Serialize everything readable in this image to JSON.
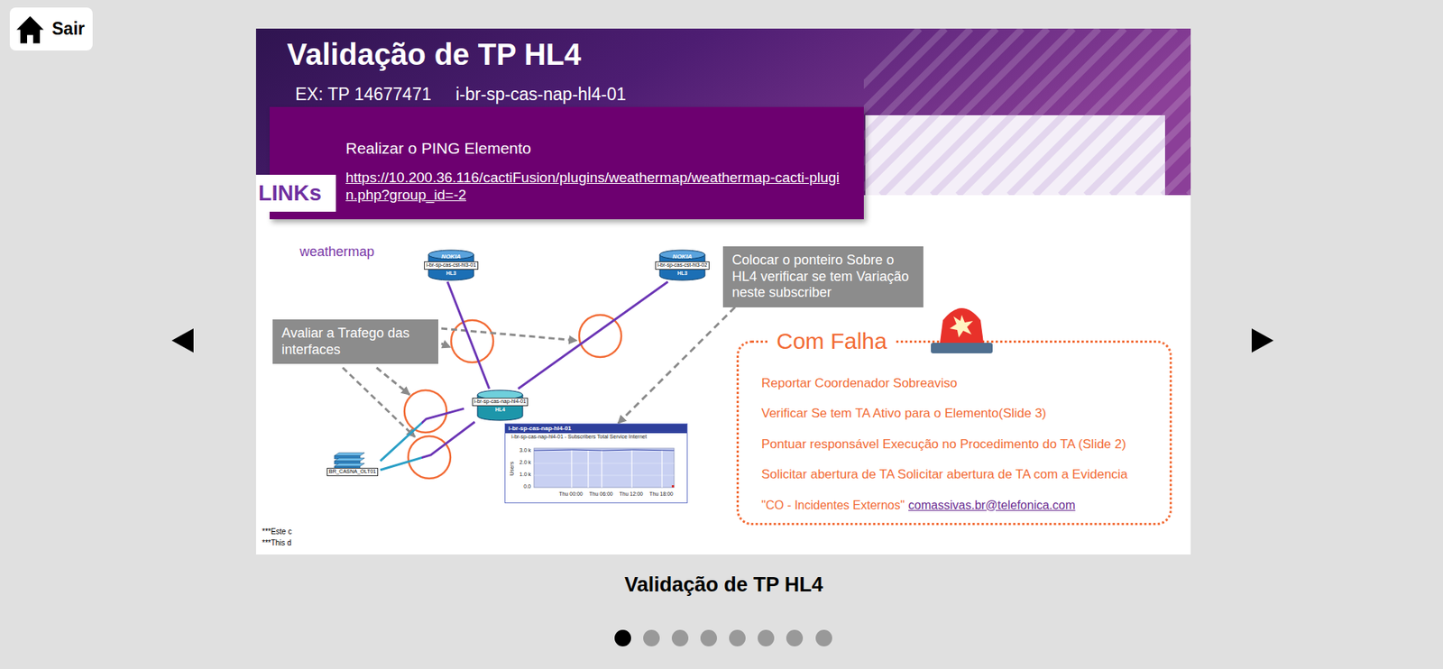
{
  "diagram": {
    "title": "Validação de TP HL4",
    "caption": "Validação de TP HL4",
    "nodes": [
      {
        "text": [
          "Sair"
        ]
      },
      {
        "text": [
          "Realizar o PING Elemento",
          "https://10.200.36.116/cactiFusion/plugins/weathermap/weathermap-cacti-plugin.php?group_id=-2"
        ]
      },
      {
        "text": [
          "LINKs"
        ]
      },
      {
        "text": [
          "NOKIA",
          "i-br-sp-cas-cst-hl3-01",
          "HL3"
        ]
      },
      {
        "text": [
          "Colocar o ponteiro Sobre o HL4 verificar se tem Variação neste subscriber"
        ]
      },
      {
        "text": [
          "NOKIA",
          "i-br-sp-cas-cst-hl3-02",
          "HL3"
        ]
      },
      {
        "text": [
          "Avaliar a Trafego das interfaces"
        ]
      },
      {
        "text": [
          "Com Falha",
          "Reportar Coordenador Sobreaviso",
          "Verificar Se tem TA Ativo para o Elemento(Slide 3)",
          "Pontuar responsável Execução no Procedimento do TA (Slide 2)",
          "Solicitar abertura de TA Solicitar abertura de TA com a Evidencia",
          "\"CO - Incidentes Externos\"",
          "comassivas.br@telefonica.com"
        ]
      },
      {
        "text": [
          "i-br-sp-cas-nap-hl4-01",
          "HL4"
        ]
      },
      {
        "text": [
          "i-br-sp-cas-nap-hl4-01",
          "i-br-sp-cas-nap-hl4-01 - Subscribers Total Service Internet"
        ]
      },
      {
        "text": [
          "BR_CASNA_OLT01"
        ]
      }
    ],
    "edges": [
      {
        "from": 3,
        "to": 8,
        "arrow": "none"
      },
      {
        "from": 5,
        "to": 8,
        "arrow": "none"
      },
      {
        "from": 8,
        "to": 10,
        "arrow": "none"
      },
      {
        "from": 8,
        "to": 10,
        "arrow": "none"
      },
      {
        "from": 4,
        "to": 9,
        "arrow": "to"
      }
    ],
    "labels": [
      "EX: TP 14677471",
      "i-br-sp-cas-nap-hl4-01",
      "weathermap",
      "3.0 k",
      "2.0 k",
      "1.0 k",
      "0.0",
      "Users",
      "Thu 00:00",
      "Thu 06:00",
      "Thu 12:00",
      "Thu 18:00",
      "***Este c",
      "***This d"
    ]
  }
}
